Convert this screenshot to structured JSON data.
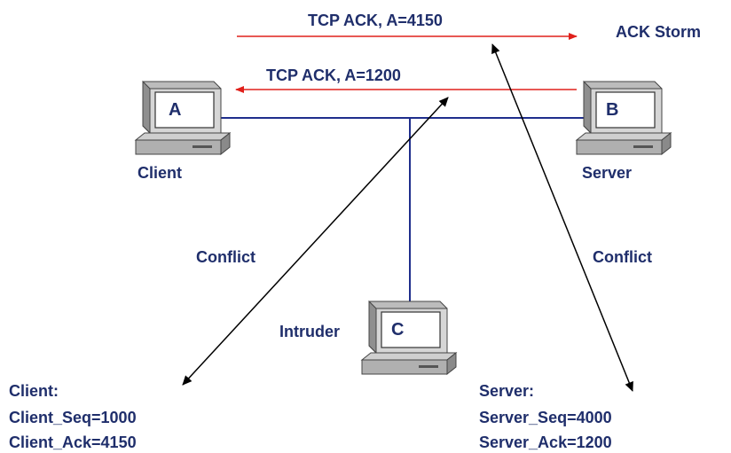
{
  "title": "ACK Storm",
  "arrows": {
    "top_ack": "TCP ACK,  A=4150",
    "bottom_ack": "TCP ACK, A=1200"
  },
  "hosts": {
    "client": {
      "letter": "A",
      "label": "Client"
    },
    "server": {
      "letter": "B",
      "label": "Server"
    },
    "intruder": {
      "letter": "C",
      "label": "Intruder"
    }
  },
  "conflict_left": "Conflict",
  "conflict_right": "Conflict",
  "client_state": {
    "heading": "Client:",
    "seq": "Client_Seq=1000",
    "ack": "Client_Ack=4150"
  },
  "server_state": {
    "heading": "Server:",
    "seq": "Server_Seq=4000",
    "ack": "Server_Ack=1200"
  },
  "colors": {
    "text": "#1f2e6b",
    "ack_arrow": "#e0201b",
    "network_line": "#1f2e8c",
    "conflict_arrow": "#000000"
  }
}
